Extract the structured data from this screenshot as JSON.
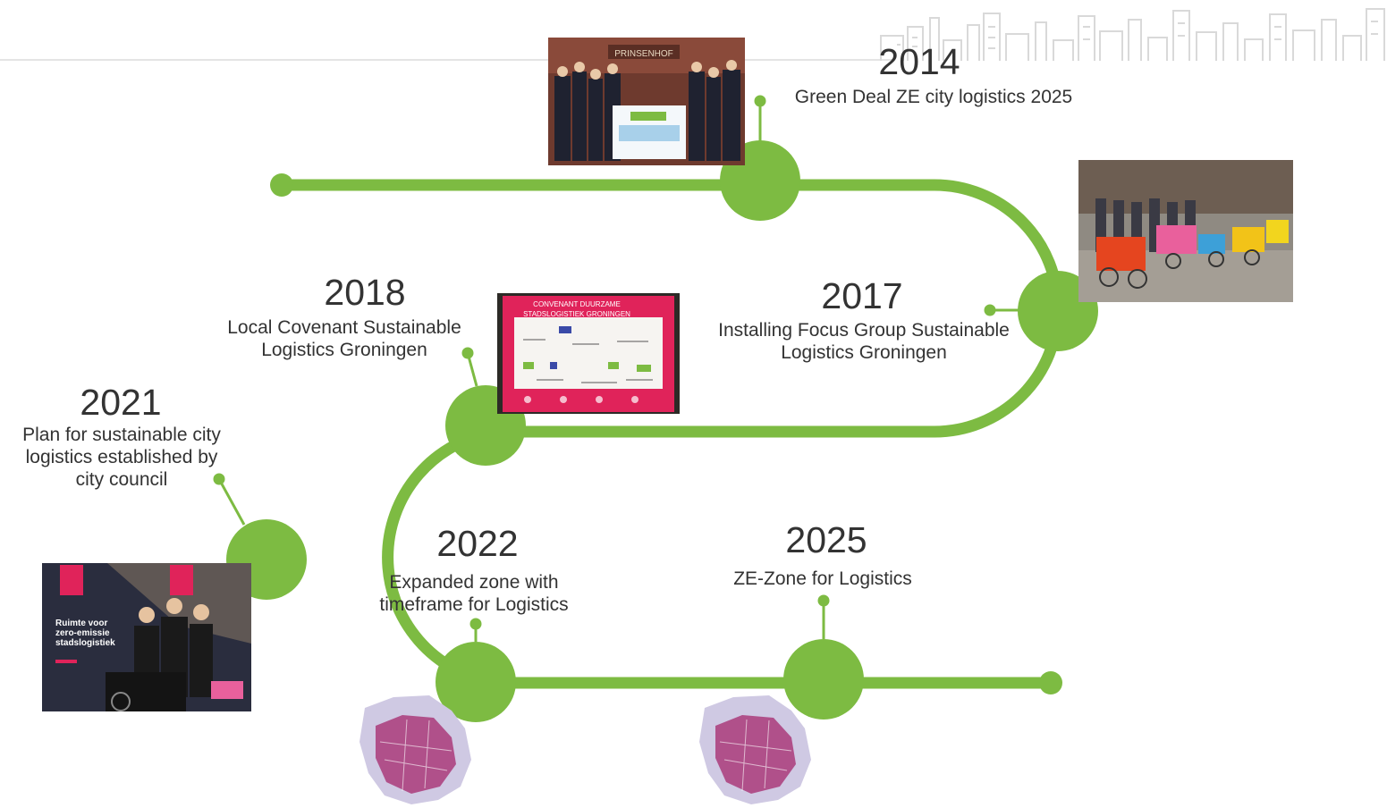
{
  "milestones": [
    {
      "year": "2014",
      "lines": [
        "Green Deal ZE city logistics 2025"
      ]
    },
    {
      "year": "2017",
      "lines": [
        "Installing Focus Group Sustainable",
        "Logistics Groningen"
      ]
    },
    {
      "year": "2018",
      "lines": [
        "Local Covenant Sustainable",
        "Logistics Groningen"
      ]
    },
    {
      "year": "2021",
      "lines": [
        "Plan for sustainable city",
        "logistics established by",
        "city council"
      ]
    },
    {
      "year": "2022",
      "lines": [
        "Expanded zone with",
        "timeframe for Logistics"
      ]
    },
    {
      "year": "2025",
      "lines": [
        "ZE-Zone for Logistics"
      ]
    }
  ],
  "photos": {
    "photo_2014_sign": "PRINSENHOF",
    "photo_2018_title": [
      "CONVENANT DUURZAME",
      "STADSLOGISTIEK GRONINGEN"
    ],
    "photo_2021_title": [
      "Ruimte voor",
      "zero-emissie",
      "stadslogistiek"
    ]
  },
  "colors": {
    "accent_green": "#7dbb42",
    "text": "#333333",
    "covenant_pink": "#e0235a",
    "map_purple": "#b0508a"
  }
}
